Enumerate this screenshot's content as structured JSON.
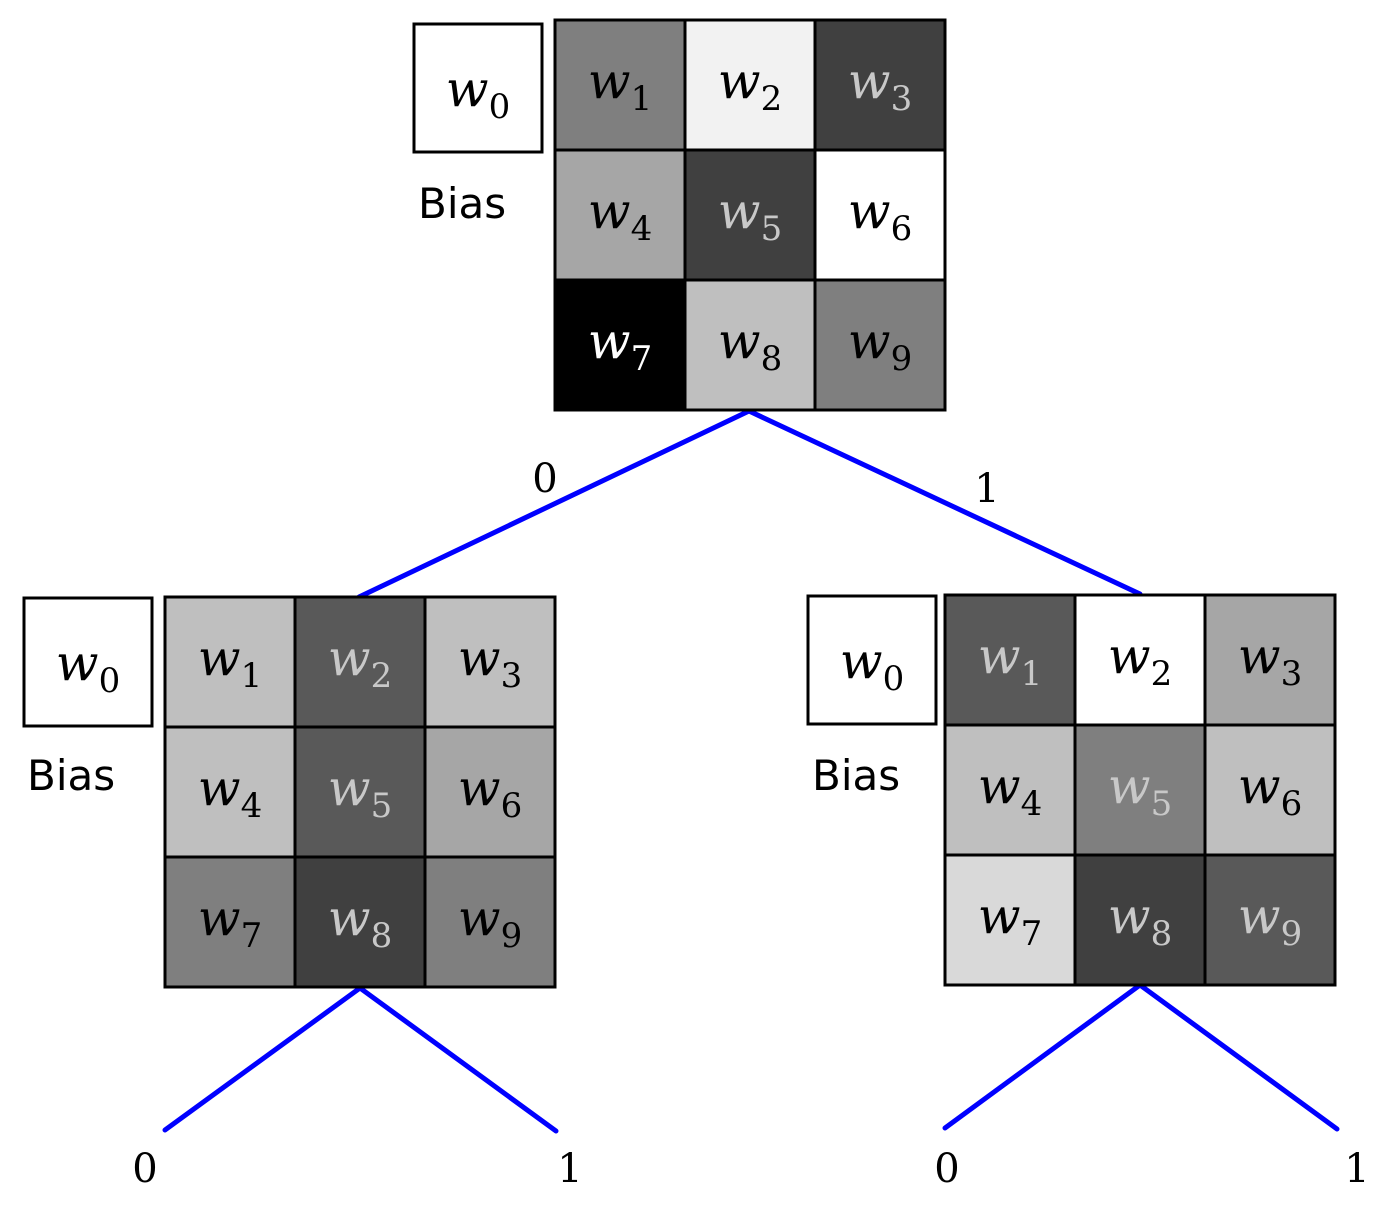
{
  "colors": {
    "edge": "#0000ff",
    "border": "#000000"
  },
  "nodes": [
    {
      "id": "root",
      "bias": {
        "var": "w",
        "sub": "0",
        "label": "Bias",
        "fill": "#ffffff",
        "text": "#000000"
      },
      "cells": [
        {
          "var": "w",
          "sub": "1",
          "fill": "#7f7f7f",
          "text": "#000000"
        },
        {
          "var": "w",
          "sub": "2",
          "fill": "#f2f2f2",
          "text": "#000000"
        },
        {
          "var": "w",
          "sub": "3",
          "fill": "#404040",
          "text": "#c8c8c8"
        },
        {
          "var": "w",
          "sub": "4",
          "fill": "#a6a6a6",
          "text": "#000000"
        },
        {
          "var": "w",
          "sub": "5",
          "fill": "#404040",
          "text": "#c8c8c8"
        },
        {
          "var": "w",
          "sub": "6",
          "fill": "#ffffff",
          "text": "#000000"
        },
        {
          "var": "w",
          "sub": "7",
          "fill": "#000000",
          "text": "#ffffff"
        },
        {
          "var": "w",
          "sub": "8",
          "fill": "#bfbfbf",
          "text": "#000000"
        },
        {
          "var": "w",
          "sub": "9",
          "fill": "#7f7f7f",
          "text": "#000000"
        }
      ]
    },
    {
      "id": "left",
      "bias": {
        "var": "w",
        "sub": "0",
        "label": "Bias",
        "fill": "#ffffff",
        "text": "#000000"
      },
      "cells": [
        {
          "var": "w",
          "sub": "1",
          "fill": "#bfbfbf",
          "text": "#000000"
        },
        {
          "var": "w",
          "sub": "2",
          "fill": "#595959",
          "text": "#c8c8c8"
        },
        {
          "var": "w",
          "sub": "3",
          "fill": "#bfbfbf",
          "text": "#000000"
        },
        {
          "var": "w",
          "sub": "4",
          "fill": "#bfbfbf",
          "text": "#000000"
        },
        {
          "var": "w",
          "sub": "5",
          "fill": "#595959",
          "text": "#c8c8c8"
        },
        {
          "var": "w",
          "sub": "6",
          "fill": "#a6a6a6",
          "text": "#000000"
        },
        {
          "var": "w",
          "sub": "7",
          "fill": "#7f7f7f",
          "text": "#000000"
        },
        {
          "var": "w",
          "sub": "8",
          "fill": "#404040",
          "text": "#c8c8c8"
        },
        {
          "var": "w",
          "sub": "9",
          "fill": "#7f7f7f",
          "text": "#000000"
        }
      ]
    },
    {
      "id": "right",
      "bias": {
        "var": "w",
        "sub": "0",
        "label": "Bias",
        "fill": "#ffffff",
        "text": "#000000"
      },
      "cells": [
        {
          "var": "w",
          "sub": "1",
          "fill": "#595959",
          "text": "#c8c8c8"
        },
        {
          "var": "w",
          "sub": "2",
          "fill": "#ffffff",
          "text": "#000000"
        },
        {
          "var": "w",
          "sub": "3",
          "fill": "#a6a6a6",
          "text": "#000000"
        },
        {
          "var": "w",
          "sub": "4",
          "fill": "#bfbfbf",
          "text": "#000000"
        },
        {
          "var": "w",
          "sub": "5",
          "fill": "#7f7f7f",
          "text": "#c8c8c8"
        },
        {
          "var": "w",
          "sub": "6",
          "fill": "#bfbfbf",
          "text": "#000000"
        },
        {
          "var": "w",
          "sub": "7",
          "fill": "#d9d9d9",
          "text": "#000000"
        },
        {
          "var": "w",
          "sub": "8",
          "fill": "#404040",
          "text": "#c8c8c8"
        },
        {
          "var": "w",
          "sub": "9",
          "fill": "#595959",
          "text": "#c8c8c8"
        }
      ]
    }
  ],
  "edges": [
    {
      "from": "root",
      "to": "left",
      "label": "0"
    },
    {
      "from": "root",
      "to": "right",
      "label": "1"
    },
    {
      "from": "left",
      "to": "left-leaf-0",
      "label": "0"
    },
    {
      "from": "left",
      "to": "left-leaf-1",
      "label": "1"
    },
    {
      "from": "right",
      "to": "right-leaf-0",
      "label": "0"
    },
    {
      "from": "right",
      "to": "right-leaf-1",
      "label": "1"
    }
  ]
}
